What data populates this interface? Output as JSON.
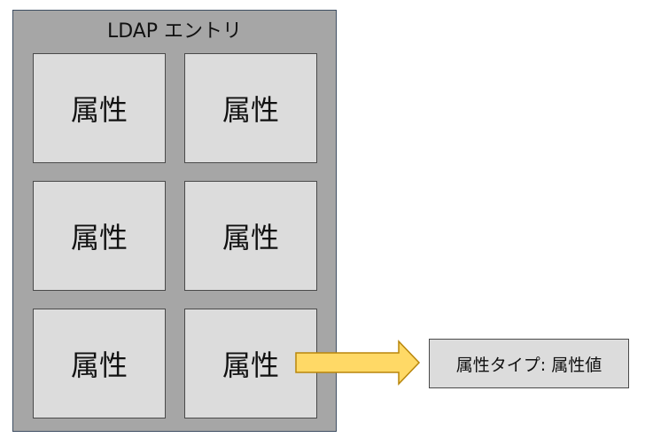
{
  "entry": {
    "title": "LDAP エントリ",
    "attributes": [
      "属性",
      "属性",
      "属性",
      "属性",
      "属性",
      "属性"
    ]
  },
  "detail": {
    "label": "属性タイプ: 属性値"
  },
  "colors": {
    "container_fill": "#a6a6a6",
    "attribute_fill": "#dcdcdc",
    "arrow_fill": "#ffd966",
    "arrow_stroke": "#b8860b"
  }
}
